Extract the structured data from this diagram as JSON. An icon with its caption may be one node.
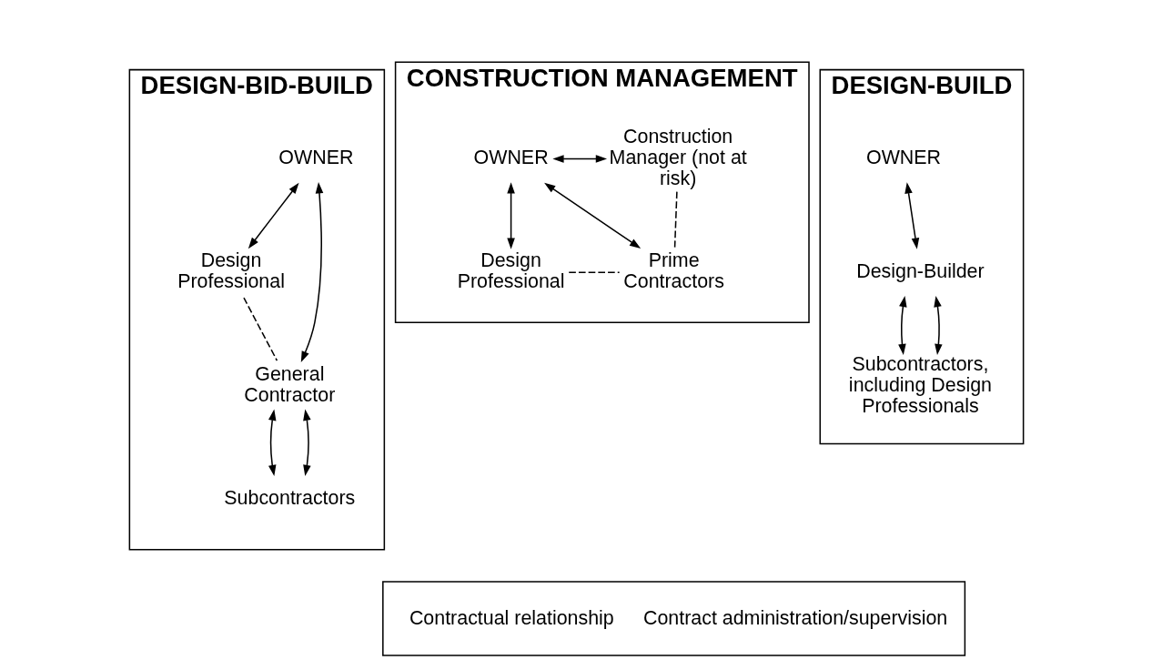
{
  "diagram": {
    "nodes": [
      {
        "text": [
          "DESIGN-BID-BUILD"
        ]
      },
      {
        "text": [
          "OWNER"
        ],
        "in": 0
      },
      {
        "text": [
          "Design Professional"
        ],
        "in": 0
      },
      {
        "text": [
          "General Contractor"
        ],
        "in": 0
      },
      {
        "text": [
          "Subcontractors"
        ],
        "in": 0
      },
      {
        "text": [
          "CONSTRUCTION MANAGEMENT"
        ]
      },
      {
        "text": [
          "OWNER"
        ],
        "in": 5
      },
      {
        "text": [
          "Construction Manager (not at risk)"
        ],
        "in": 5
      },
      {
        "text": [
          "Design Professional"
        ],
        "in": 5
      },
      {
        "text": [
          "Prime Contractors"
        ],
        "in": 5
      },
      {
        "text": [
          "DESIGN-BUILD"
        ]
      },
      {
        "text": [
          "OWNER"
        ],
        "in": 10
      },
      {
        "text": [
          "Design-Builder"
        ],
        "in": 10
      },
      {
        "text": [
          "Subcontractors, including Design Professionals"
        ],
        "in": 10
      }
    ],
    "edges": [
      {
        "from": 1,
        "to": 2,
        "arrow": "both"
      },
      {
        "from": 1,
        "to": 3,
        "arrow": "both"
      },
      {
        "from": 2,
        "to": 3,
        "arrow": "none",
        "style": "dashed"
      },
      {
        "from": 3,
        "to": 4,
        "arrow": "both"
      },
      {
        "from": 3,
        "to": 4,
        "arrow": "both"
      },
      {
        "from": 6,
        "to": 7,
        "arrow": "both"
      },
      {
        "from": 6,
        "to": 8,
        "arrow": "both"
      },
      {
        "from": 6,
        "to": 9,
        "arrow": "both"
      },
      {
        "from": 7,
        "to": 9,
        "arrow": "none",
        "style": "dashed"
      },
      {
        "from": 8,
        "to": 9,
        "arrow": "none",
        "style": "dashed"
      },
      {
        "from": 11,
        "to": 12,
        "arrow": "both"
      },
      {
        "from": 12,
        "to": 13,
        "arrow": "both"
      },
      {
        "from": 12,
        "to": 13,
        "arrow": "both"
      }
    ],
    "legend": [
      {
        "text": "Contractual relationship"
      },
      {
        "text": "Contract administration/supervision"
      }
    ]
  }
}
